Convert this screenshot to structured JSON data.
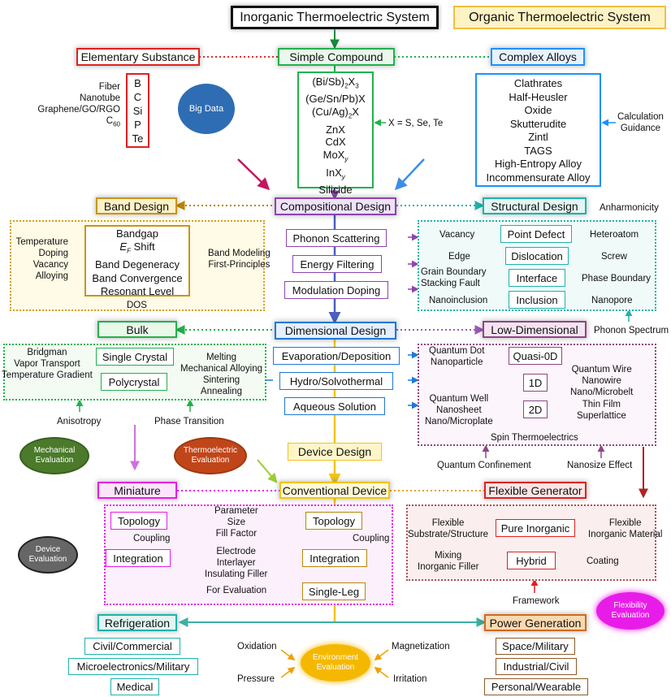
{
  "top": {
    "inorganic": "Inorganic Thermoelectric System",
    "organic": "Organic Thermoelectric System"
  },
  "row1": {
    "elementary": "Elementary Substance",
    "simple": "Simple Compound",
    "complex": "Complex Alloys"
  },
  "elementary": {
    "side": [
      "Fiber",
      "Nanotube",
      "Graphene/GO/RGO"
    ],
    "c60": "C",
    "c60_sub": "60",
    "elements": [
      "B",
      "C",
      "Si",
      "P",
      "Te"
    ]
  },
  "bigdata": "Big Data",
  "simple_list": {
    "x_note": "X = S, Se, Te"
  },
  "complex_list": {
    "items": [
      "Clathrates",
      "Half-Heusler",
      "Oxide",
      "Skutterudite",
      "Zintl",
      "TAGS",
      "High-Entropy Alloy",
      "Incommensurate Alloy"
    ],
    "note": [
      "Calculation",
      "Guidance"
    ]
  },
  "row2": {
    "band": "Band Design",
    "comp": "Compositional Design",
    "struct": "Structural Design",
    "anharm": "Anharmonicity"
  },
  "band": {
    "items": [
      "Bandgap",
      "Shift",
      "Band Degeneracy",
      "Band Convergence",
      "Resonant Level"
    ],
    "ef": "E",
    "ef_sub": "F",
    "left": [
      "Temperature",
      "Doping",
      "Vacancy",
      "Alloying"
    ],
    "right": [
      "Band Modeling",
      "First-Principles"
    ],
    "dos": "DOS"
  },
  "comp": {
    "items": [
      "Phonon Scattering",
      "Energy Filtering",
      "Modulation Doping"
    ]
  },
  "struct": {
    "boxes": [
      "Point Defect",
      "Dislocation",
      "Interface",
      "Inclusion"
    ],
    "left": [
      "Vacancy",
      "Edge",
      "Grain Boundary",
      "Stacking Fault",
      "Nanoinclusion"
    ],
    "right": [
      "Heteroatom",
      "Screw",
      "Phase Boundary",
      "Nanopore"
    ],
    "spectrum": "Phonon Spectrum"
  },
  "row3": {
    "bulk": "Bulk",
    "dim": "Dimensional Design",
    "low": "Low-Dimensional"
  },
  "bulk": {
    "boxes": [
      "Single Crystal",
      "Polycrystal"
    ],
    "left": [
      "Bridgman",
      "Vapor Transport",
      "Temperature Gradient"
    ],
    "right": [
      "Melting",
      "Mechanical Alloying",
      "Sintering",
      "Annealing"
    ],
    "aniso": "Anisotropy",
    "phase": "Phase Transition"
  },
  "dim": {
    "items": [
      "Evaporation/Deposition",
      "Hydro/Solvothermal",
      "Aqueous Solution"
    ]
  },
  "low": {
    "boxes": [
      "Quasi-0D",
      "1D",
      "2D"
    ],
    "q0": [
      "Quantum Dot",
      "Nanoparticle"
    ],
    "q1": [
      "Quantum Wire",
      "Nanowire",
      "Nano/Microbelt"
    ],
    "q2l": [
      "Quantum Well",
      "Nanosheet",
      "Nano/Microplate"
    ],
    "q2r": [
      "Thin Film",
      "Superlattice"
    ],
    "spin": "Spin Thermoelectrics",
    "qc": "Quantum Confinement",
    "ns": "Nanosize Effect"
  },
  "evals": {
    "mech": [
      "Mechanical",
      "Evaluation"
    ],
    "thermo": [
      "Thermoelectric",
      "Evaluation"
    ],
    "device": [
      "Device",
      "Evaluation"
    ],
    "flex": [
      "Flexibility",
      "Evaluation"
    ],
    "env": [
      "Environment",
      "Evaluation"
    ]
  },
  "row4": {
    "device_design": "Device Design",
    "mini": "Miniature",
    "conv": "Conventional Device",
    "flexgen": "Flexible Generator"
  },
  "mini": {
    "topology": "Topology",
    "integration": "Integration",
    "coupling": "Coupling",
    "params1": [
      "Parameter",
      "Size",
      "Fill Factor"
    ],
    "params2": [
      "Electrode",
      "Interlayer",
      "Insulating Filler"
    ],
    "foreval": "For Evaluation"
  },
  "conv": {
    "topology": "Topology",
    "integration": "Integration",
    "single": "Single-Leg",
    "coupling": "Coupling"
  },
  "flex": {
    "pure": "Pure Inorganic",
    "hybrid": "Hybrid",
    "left1": [
      "Flexible",
      "Substrate/Structure"
    ],
    "right1": [
      "Flexible",
      "Inorganic Material"
    ],
    "left2": [
      "Mixing",
      "Inorganic Filler"
    ],
    "right2": "Coating",
    "framework": "Framework"
  },
  "row5": {
    "refrig": "Refrigeration",
    "power": "Power Generation"
  },
  "refrig": {
    "items": [
      "Civil/Commercial",
      "Microelectronics/Military",
      "Medical"
    ]
  },
  "power": {
    "items": [
      "Space/Military",
      "Industrial/Civil",
      "Personal/Wearable"
    ]
  },
  "env": {
    "oxidation": "Oxidation",
    "pressure": "Pressure",
    "magnet": "Magnetization",
    "irritation": "Irritation"
  },
  "colors": {
    "green": "#22b14c",
    "red": "#e02020",
    "blue": "#1e90ff",
    "orange": "#d4a017",
    "purple": "#9b59b6",
    "teal": "#20b2aa",
    "magenta": "#e81ce8",
    "brown": "#8b5a2b"
  }
}
